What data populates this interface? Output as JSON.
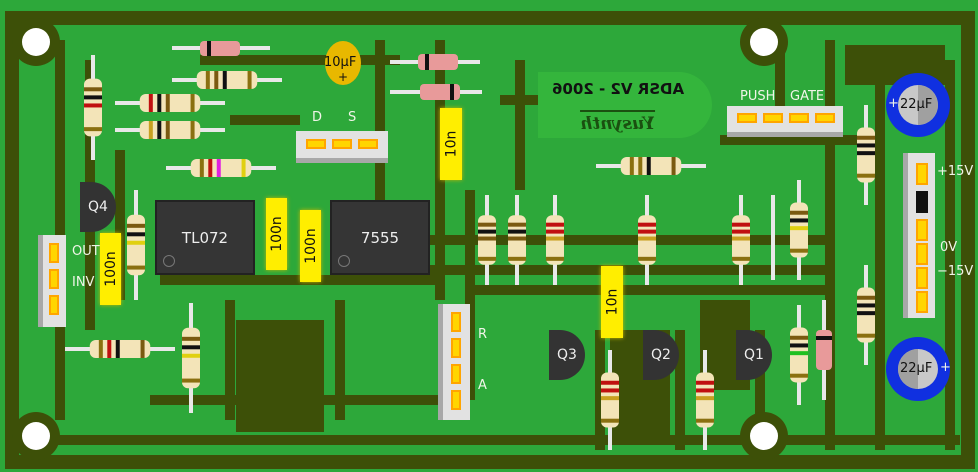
{
  "board": {
    "title_mirrored": "ADSR V2 - 2006",
    "author_mirrored": "Yusynth",
    "colors": {
      "copper": "#2da83a",
      "substrate": "#3d5008",
      "hole": "#ffffff",
      "ic_body": "#353535",
      "film_cap": "#ffee00",
      "elcap_blue": "#1030e0",
      "pad": "#ffd500"
    }
  },
  "ics": [
    {
      "ref": "ic1",
      "label": "TL072"
    },
    {
      "ref": "ic2",
      "label": "7555"
    }
  ],
  "capacitors": [
    {
      "ref": "c-100n-1",
      "label": "100n"
    },
    {
      "ref": "c-100n-2",
      "label": "100n"
    },
    {
      "ref": "c-100n-3",
      "label": "100n"
    },
    {
      "ref": "c-10n-1",
      "label": "10n"
    },
    {
      "ref": "c-10n-2",
      "label": "10n"
    },
    {
      "ref": "c-tant",
      "label": "10µF",
      "polarity": "+"
    },
    {
      "ref": "c-elec-1",
      "label": "22µF",
      "polarity": "+"
    },
    {
      "ref": "c-elec-2",
      "label": "22µF",
      "polarity": "+"
    }
  ],
  "transistors": [
    {
      "ref": "Q1",
      "label": "Q1"
    },
    {
      "ref": "Q2",
      "label": "Q2"
    },
    {
      "ref": "Q3",
      "label": "Q3"
    },
    {
      "ref": "Q4",
      "label": "Q4"
    }
  ],
  "connectors": {
    "ds": {
      "labels": [
        "D",
        "S"
      ]
    },
    "push_gate": {
      "labels": [
        "PUSH",
        "GATE"
      ]
    },
    "out_inv": {
      "labels": [
        "OUT",
        "INV"
      ]
    },
    "ra": {
      "labels": [
        "R",
        "A"
      ]
    },
    "power": {
      "labels": [
        "+15V",
        "0V",
        "−15V"
      ]
    }
  }
}
